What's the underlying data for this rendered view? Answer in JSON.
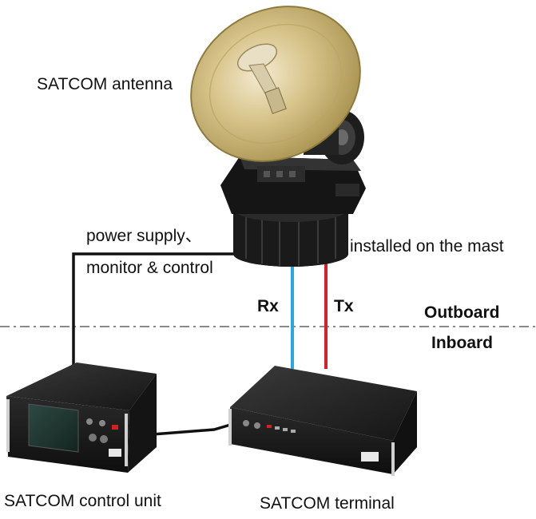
{
  "labels": {
    "antenna": "SATCOM antenna",
    "power": "power supply、",
    "monitor": "monitor & control",
    "mast": "installed on the mast",
    "rx": "Rx",
    "tx": "Tx",
    "outboard": "Outboard",
    "inboard": "Inboard",
    "control_unit": "SATCOM control unit",
    "terminal": "SATCOM terminal"
  },
  "colors": {
    "rx_cable": "#2aa7e0",
    "tx_cable": "#d8202a",
    "cable": "#111111",
    "divider": "#888888",
    "dish": "#c9b46a",
    "equipment": "#1c1c1c"
  }
}
